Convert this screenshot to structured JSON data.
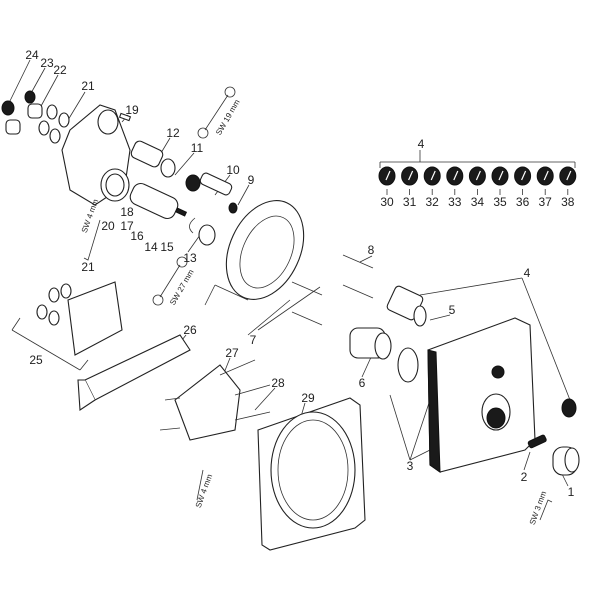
{
  "diagram": {
    "part_numbers": {
      "p1": "1",
      "p2": "2",
      "p3": "3",
      "p4a": "4",
      "p4b": "4",
      "p5": "5",
      "p6": "6",
      "p7": "7",
      "p8": "8",
      "p9": "9",
      "p10": "10",
      "p11": "11",
      "p12": "12",
      "p13": "13",
      "p14": "14",
      "p15": "15",
      "p16": "16",
      "p17": "17",
      "p18": "18",
      "p19": "19",
      "p20": "20",
      "p21a": "21",
      "p21b": "21",
      "p22": "22",
      "p23": "23",
      "p24": "24",
      "p25": "25",
      "p26": "26",
      "p27": "27",
      "p28": "28",
      "p29": "29"
    },
    "knob_numbers": [
      "30",
      "31",
      "32",
      "33",
      "34",
      "35",
      "36",
      "37",
      "38"
    ],
    "wrench_labels": {
      "sw19": "SW 19 mm",
      "sw27": "SW 27 mm",
      "sw4a": "SW 4 mm",
      "sw4b": "SW 4 mm",
      "sw3": "SW 3 mm"
    }
  }
}
